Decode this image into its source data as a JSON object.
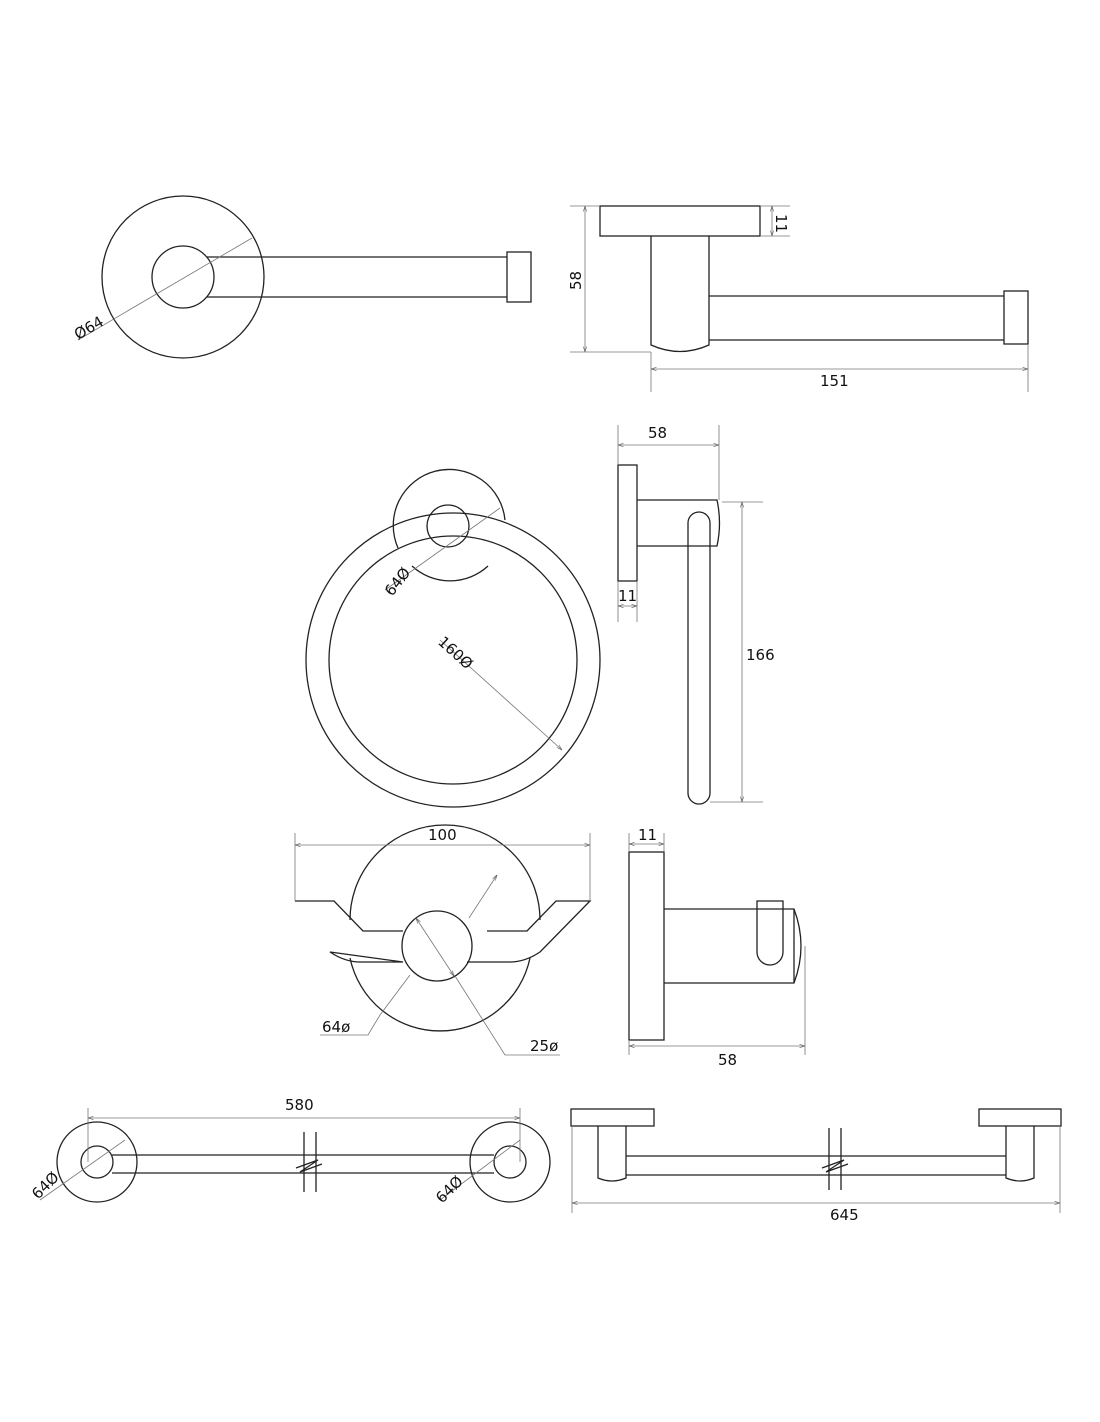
{
  "paper_holder": {
    "front": {
      "diameter_label": "Ø64"
    },
    "side": {
      "height_label": "58",
      "plate_label": "11",
      "length_label": "151"
    }
  },
  "towel_ring": {
    "front": {
      "plate_label": "64Ø",
      "ring_label": "160Ø"
    },
    "side": {
      "depth_label": "58",
      "plate_label": "11",
      "height_label": "166"
    }
  },
  "double_hook": {
    "front": {
      "width_label": "100",
      "plate_label": "64ø",
      "knob_label": "25ø"
    },
    "side": {
      "plate_label": "11",
      "depth_label": "58"
    }
  },
  "towel_bar": {
    "front": {
      "span_label": "580",
      "left_plate_label": "64Ø",
      "right_plate_label": "64Ø"
    },
    "side": {
      "length_label": "645"
    }
  },
  "colors": {
    "line": "#222222",
    "dimension": "#777777"
  }
}
